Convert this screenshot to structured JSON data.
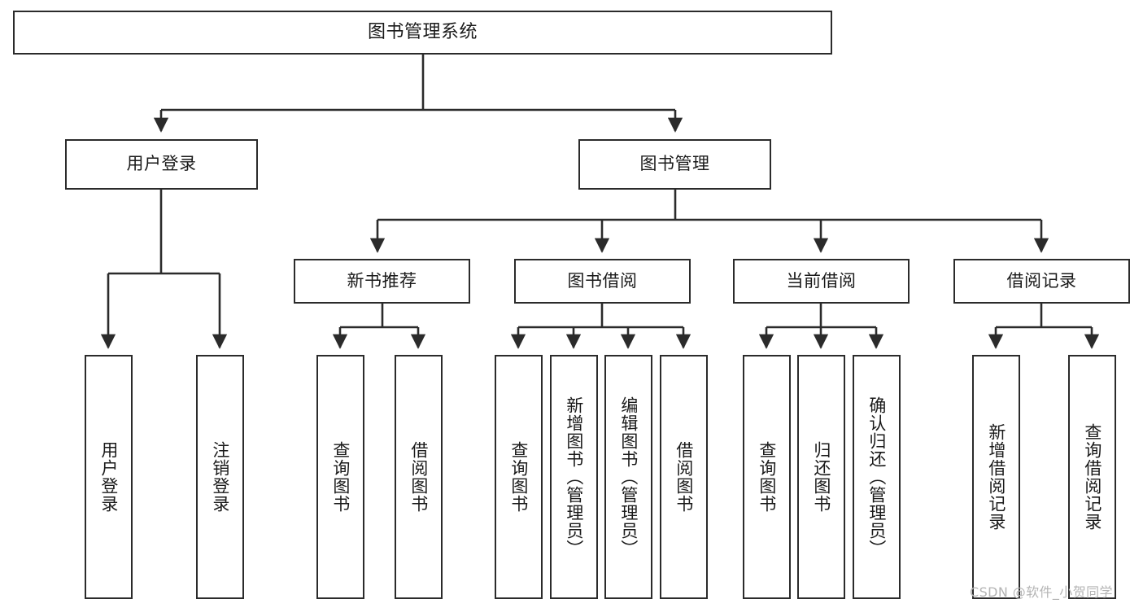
{
  "diagram": {
    "title": "图书管理系统",
    "watermark": "CSDN @软件_小贺同学",
    "colors": {
      "stroke": "#2b2b2b",
      "fill": "#ffffff",
      "text": "#1a1a1a",
      "watermark": "#b4b4b4"
    },
    "root": {
      "label": "图书管理系统"
    },
    "level2": [
      {
        "label": "用户登录"
      },
      {
        "label": "图书管理"
      }
    ],
    "level3": [
      {
        "label": "新书推荐"
      },
      {
        "label": "图书借阅"
      },
      {
        "label": "当前借阅"
      },
      {
        "label": "借阅记录"
      }
    ],
    "leaves": {
      "user_login": [
        {
          "label": "用户登录"
        },
        {
          "label": "注销登录"
        }
      ],
      "new_book_recommend": [
        {
          "label": "查询图书"
        },
        {
          "label": "借阅图书"
        }
      ],
      "book_borrow": [
        {
          "label": "查询图书"
        },
        {
          "label": "新增图书（管理员）"
        },
        {
          "label": "编辑图书（管理员）"
        },
        {
          "label": "借阅图书"
        }
      ],
      "current_borrow": [
        {
          "label": "查询图书"
        },
        {
          "label": "归还图书"
        },
        {
          "label": "确认归还（管理员）"
        }
      ],
      "borrow_record": [
        {
          "label": "新增借阅记录"
        },
        {
          "label": "查询借阅记录"
        }
      ]
    }
  },
  "chart_data": {
    "type": "tree-diagram",
    "title": "图书管理系统",
    "orientation": "top-down",
    "nodes": [
      {
        "id": "root",
        "label": "图书管理系统",
        "level": 0,
        "parent": null
      },
      {
        "id": "user-login",
        "label": "用户登录",
        "level": 1,
        "parent": "root"
      },
      {
        "id": "book-manage",
        "label": "图书管理",
        "level": 1,
        "parent": "root"
      },
      {
        "id": "login-do",
        "label": "用户登录",
        "level": 2,
        "parent": "user-login"
      },
      {
        "id": "logout-do",
        "label": "注销登录",
        "level": 2,
        "parent": "user-login"
      },
      {
        "id": "new-book",
        "label": "新书推荐",
        "level": 2,
        "parent": "book-manage"
      },
      {
        "id": "book-borrow",
        "label": "图书借阅",
        "level": 2,
        "parent": "book-manage"
      },
      {
        "id": "current-borrow",
        "label": "当前借阅",
        "level": 2,
        "parent": "book-manage"
      },
      {
        "id": "borrow-record",
        "label": "借阅记录",
        "level": 2,
        "parent": "book-manage"
      },
      {
        "id": "nb-query",
        "label": "查询图书",
        "level": 3,
        "parent": "new-book"
      },
      {
        "id": "nb-borrow",
        "label": "借阅图书",
        "level": 3,
        "parent": "new-book"
      },
      {
        "id": "bb-query",
        "label": "查询图书",
        "level": 3,
        "parent": "book-borrow"
      },
      {
        "id": "bb-add",
        "label": "新增图书（管理员）",
        "level": 3,
        "parent": "book-borrow"
      },
      {
        "id": "bb-edit",
        "label": "编辑图书（管理员）",
        "level": 3,
        "parent": "book-borrow"
      },
      {
        "id": "bb-borrow",
        "label": "借阅图书",
        "level": 3,
        "parent": "book-borrow"
      },
      {
        "id": "cb-query",
        "label": "查询图书",
        "level": 3,
        "parent": "current-borrow"
      },
      {
        "id": "cb-return",
        "label": "归还图书",
        "level": 3,
        "parent": "current-borrow"
      },
      {
        "id": "cb-confirm",
        "label": "确认归还（管理员）",
        "level": 3,
        "parent": "current-borrow"
      },
      {
        "id": "br-add",
        "label": "新增借阅记录",
        "level": 3,
        "parent": "borrow-record"
      },
      {
        "id": "br-query",
        "label": "查询借阅记录",
        "level": 3,
        "parent": "borrow-record"
      }
    ]
  }
}
